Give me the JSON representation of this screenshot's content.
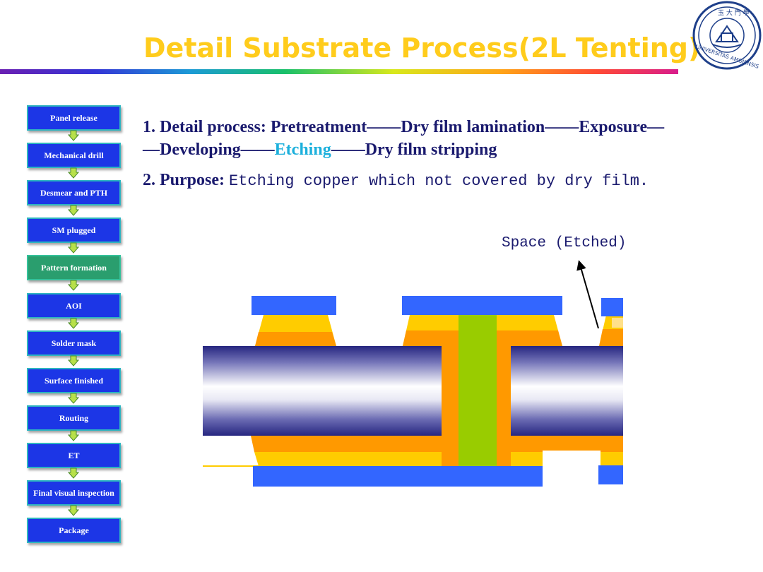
{
  "title": "Detail Substrate Process(2L Tenting)",
  "seal": {
    "text": "UNIVERSITAS AMOIENSIS"
  },
  "flow": {
    "steps": [
      {
        "label": "Panel release",
        "highlight": false
      },
      {
        "label": "Mechanical drill",
        "highlight": false
      },
      {
        "label": "Desmear and PTH",
        "highlight": false
      },
      {
        "label": "SM plugged",
        "highlight": false
      },
      {
        "label": "Pattern formation",
        "highlight": true
      },
      {
        "label": "AOI",
        "highlight": false
      },
      {
        "label": "Solder mask",
        "highlight": false
      },
      {
        "label": "Surface finished",
        "highlight": false
      },
      {
        "label": "Routing",
        "highlight": false
      },
      {
        "label": "ET",
        "highlight": false
      },
      {
        "label": "Final visual inspection",
        "highlight": false
      },
      {
        "label": "Package",
        "highlight": false
      }
    ]
  },
  "detail": {
    "prefix": "1. Detail process: ",
    "step1": "Pretreatment",
    "sep": "——",
    "step2": "Dry film lamination",
    "step3": "Exposure—",
    "line2_start": "—",
    "step4": "Developing",
    "step5": "Etching",
    "step6": "Dry film stripping"
  },
  "purpose": {
    "label": "2. Purpose:",
    "text": "Etching copper which not covered by dry film."
  },
  "annotation": "Space (Etched)",
  "colors": {
    "title": "#ffcc1c",
    "step_fill": "#1c36e6",
    "step_highlight": "#2a9e6e",
    "etching_text": "#1cb0dc",
    "dry_film": "#3366ff",
    "copper_outer": "#ffcc00",
    "copper_inner": "#ff9900",
    "via_plug": "#99cc00"
  }
}
